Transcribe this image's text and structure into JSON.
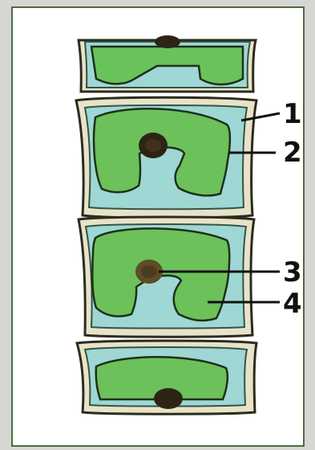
{
  "diagram": {
    "callouts": [
      {
        "label": "1",
        "target": "cell wall"
      },
      {
        "label": "2",
        "target": "cytoplasm"
      },
      {
        "label": "3",
        "target": "nucleus"
      },
      {
        "label": "4",
        "target": "chloroplast"
      }
    ]
  }
}
